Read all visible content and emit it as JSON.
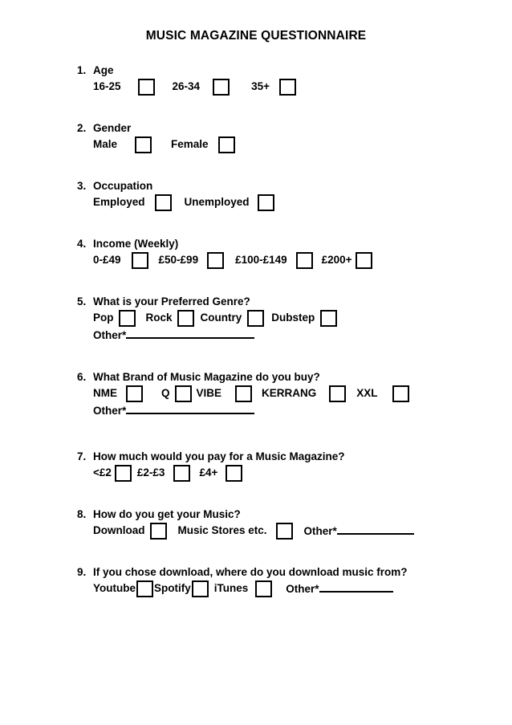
{
  "document": {
    "title": "MUSIC MAGAZINE QUESTIONNAIRE"
  },
  "questions": [
    {
      "number": "1.",
      "text": "Age",
      "options": [
        {
          "label": "16-25"
        },
        {
          "label": "26-34"
        },
        {
          "label": "35+"
        }
      ]
    },
    {
      "number": "2.",
      "text": "Gender",
      "options": [
        {
          "label": "Male"
        },
        {
          "label": "Female"
        }
      ]
    },
    {
      "number": "3.",
      "text": "Occupation",
      "options": [
        {
          "label": "Employed"
        },
        {
          "label": "Unemployed"
        }
      ]
    },
    {
      "number": "4.",
      "text": "Income (Weekly)",
      "options": [
        {
          "label": "0-£49"
        },
        {
          "label": "£50-£99"
        },
        {
          "label": "£100-£149"
        },
        {
          "label": "£200+"
        }
      ]
    },
    {
      "number": "5.",
      "text": "What is your Preferred Genre?",
      "options": [
        {
          "label": "Pop"
        },
        {
          "label": "Rock"
        },
        {
          "label": "Country"
        },
        {
          "label": "Dubstep"
        }
      ],
      "other_label": "Other*"
    },
    {
      "number": "6.",
      "text": "What Brand of Music Magazine do you buy?",
      "options": [
        {
          "label": "NME"
        },
        {
          "label": "Q"
        },
        {
          "label": "VIBE"
        },
        {
          "label": "KERRANG"
        },
        {
          "label": "XXL"
        }
      ],
      "other_label": "Other*"
    },
    {
      "number": "7.",
      "text": "How much would you pay for a Music Magazine?",
      "options": [
        {
          "label": "<£2"
        },
        {
          "label": "£2-£3"
        },
        {
          "label": "£4+"
        }
      ]
    },
    {
      "number": "8.",
      "text": "How do you get your Music?",
      "options": [
        {
          "label": "Download"
        },
        {
          "label": "Music Stores etc."
        }
      ],
      "other_label": "Other*"
    },
    {
      "number": "9.",
      "text": "If you chose download, where do you download music from?",
      "options": [
        {
          "label": "Youtube"
        },
        {
          "label": "Spotify"
        },
        {
          "label": "iTunes"
        }
      ],
      "other_label": "Other*"
    }
  ]
}
